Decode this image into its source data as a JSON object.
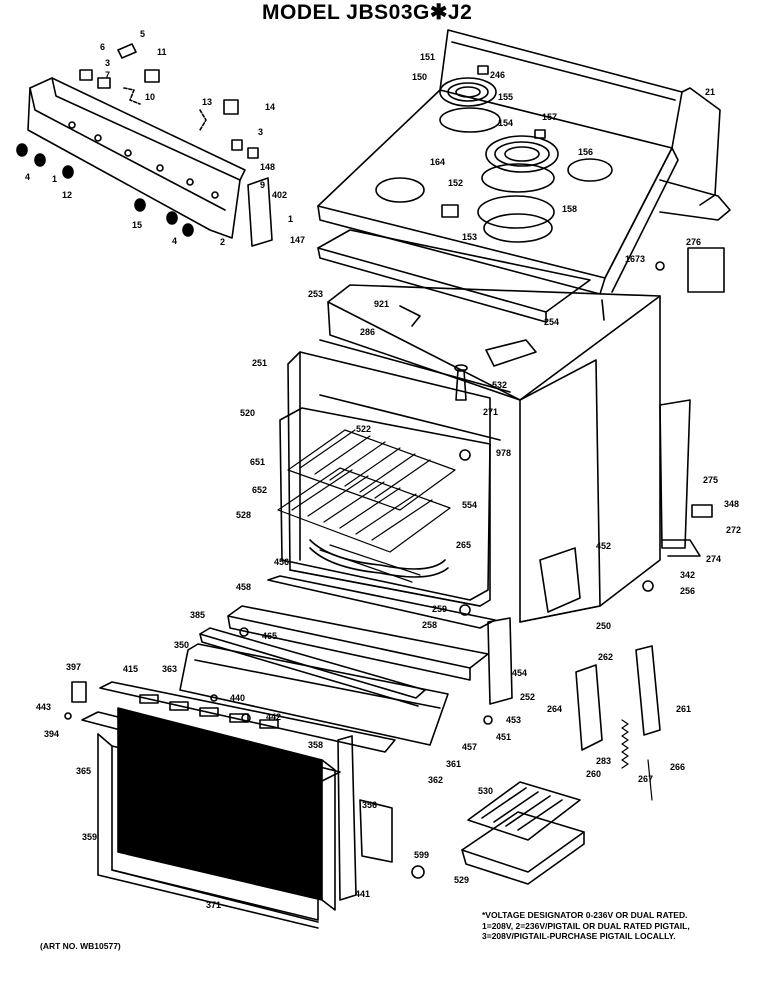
{
  "title": "MODEL JBS03G✱J2",
  "art_number": "(ART NO. WB10577)",
  "note_lines": [
    "*VOLTAGE DESIGNATOR 0-236V OR DUAL RATED.",
    "1=208V, 2=236V/PIGTAIL OR DUAL RATED PIGTAIL,",
    "3=208V/PIGTAIL-PURCHASE PIGTAIL LOCALLY."
  ],
  "callouts": [
    "5",
    "6",
    "3",
    "11",
    "10",
    "7",
    "13",
    "14",
    "3",
    "4",
    "1",
    "12",
    "148",
    "9",
    "402",
    "15",
    "4",
    "2",
    "147",
    "151",
    "150",
    "246",
    "21",
    "155",
    "157",
    "154",
    "164",
    "156",
    "152",
    "158",
    "153",
    "1",
    "276",
    "1673",
    "253",
    "921",
    "286",
    "254",
    "251",
    "532",
    "271",
    "520",
    "522",
    "978",
    "651",
    "652",
    "554",
    "528",
    "265",
    "452",
    "275",
    "348",
    "272",
    "274",
    "456",
    "458",
    "259",
    "342",
    "256",
    "385",
    "465",
    "258",
    "250",
    "350",
    "454",
    "262",
    "397",
    "415",
    "363",
    "252",
    "440",
    "264",
    "261",
    "443",
    "442",
    "453",
    "394",
    "358",
    "451",
    "457",
    "283",
    "260",
    "365",
    "361",
    "267",
    "266",
    "362",
    "356",
    "530",
    "359",
    "599",
    "529",
    "441",
    "371"
  ],
  "colors": {
    "ink": "#000000",
    "paper": "#ffffff"
  }
}
